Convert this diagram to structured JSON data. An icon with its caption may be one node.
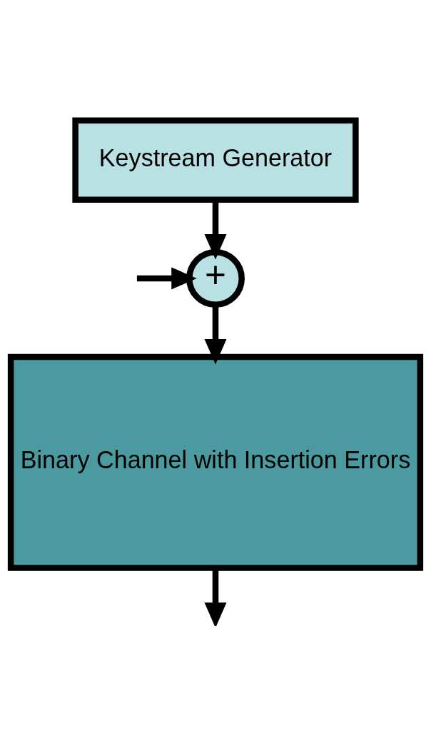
{
  "diagram": {
    "nodes": [
      {
        "text": [
          "Keystream Generator"
        ]
      },
      {
        "text": [
          "+"
        ]
      },
      {
        "text": [
          "Binary Channel with Insertion Errors"
        ]
      }
    ],
    "edges": [
      {
        "from": 0,
        "to": 1,
        "arrow": "to"
      },
      {
        "from": null,
        "to": 1,
        "arrow": "to"
      },
      {
        "from": 1,
        "to": 2,
        "arrow": "to"
      },
      {
        "from": 2,
        "to": null,
        "arrow": "to"
      }
    ]
  }
}
